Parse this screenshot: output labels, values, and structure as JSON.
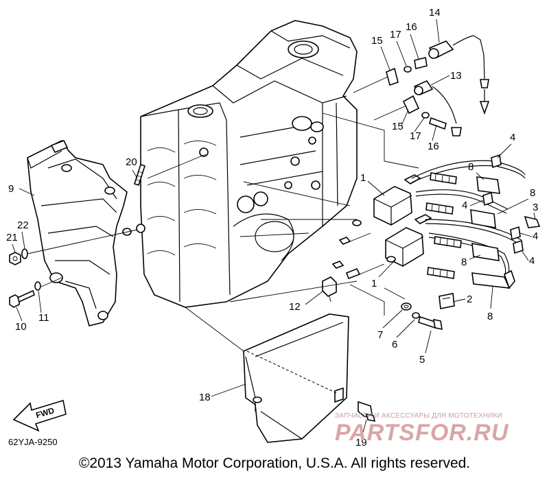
{
  "callouts": [
    "1",
    "1",
    "2",
    "3",
    "4",
    "4",
    "4",
    "4",
    "5",
    "6",
    "7",
    "8",
    "8",
    "8",
    "8",
    "9",
    "10",
    "11",
    "12",
    "13",
    "14",
    "15",
    "15",
    "16",
    "16",
    "17",
    "17",
    "18",
    "19",
    "20",
    "21",
    "22"
  ],
  "fwd_label": "FWD",
  "diagram_code": "62YJA-9250",
  "copyright": "©2013 Yamaha Motor Corporation, U.S.A. All rights reserved.",
  "watermark": {
    "subtitle": "ЗАПЧАСТИ И АКСЕССУАРЫ ДЛЯ МОТОТЕХНИКИ",
    "logo": "PARTSFOR.RU"
  }
}
